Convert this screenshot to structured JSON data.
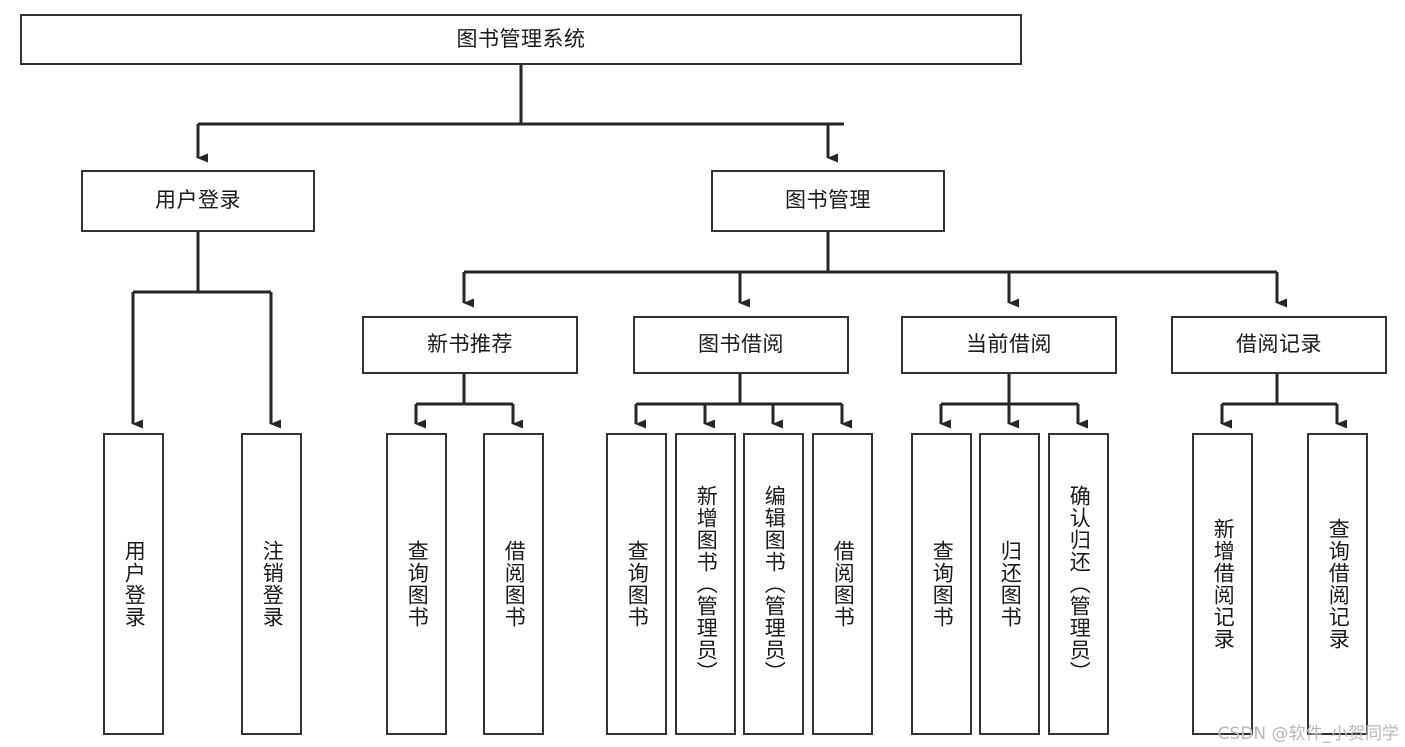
{
  "diagram": {
    "title": "图书管理系统",
    "type": "tree",
    "watermark": "CSDN @软件_小贺同学",
    "colors": {
      "box_border": "#333333",
      "box_fill": "#ffffff",
      "connector": "#262626",
      "text": "#1a1a1a",
      "watermark": "#b8b8b8",
      "background": "#ffffff"
    },
    "nodes": {
      "root": {
        "label": "图书管理系统",
        "orientation": "horizontal",
        "level": 0
      },
      "user_login": {
        "label": "用户登录",
        "orientation": "horizontal",
        "level": 1
      },
      "book_manage": {
        "label": "图书管理",
        "orientation": "horizontal",
        "level": 1
      },
      "new_book_rec": {
        "label": "新书推荐",
        "orientation": "horizontal",
        "level": 2
      },
      "book_borrow": {
        "label": "图书借阅",
        "orientation": "horizontal",
        "level": 2
      },
      "current_borrow": {
        "label": "当前借阅",
        "orientation": "horizontal",
        "level": 2
      },
      "borrow_record": {
        "label": "借阅记录",
        "orientation": "horizontal",
        "level": 2
      },
      "leaf_user_login": {
        "label": "用户登录",
        "orientation": "vertical",
        "level": 3
      },
      "leaf_logout": {
        "label": "注销登录",
        "orientation": "vertical",
        "level": 3
      },
      "leaf_query_book_1": {
        "label": "查询图书",
        "orientation": "vertical",
        "level": 3
      },
      "leaf_borrow_book_1": {
        "label": "借阅图书",
        "orientation": "vertical",
        "level": 3
      },
      "leaf_query_book_2": {
        "label": "查询图书",
        "orientation": "vertical",
        "level": 3
      },
      "leaf_add_book": {
        "label": "新增图书（管理员）",
        "orientation": "vertical",
        "level": 3
      },
      "leaf_edit_book": {
        "label": "编辑图书（管理员）",
        "orientation": "vertical",
        "level": 3
      },
      "leaf_borrow_book_2": {
        "label": "借阅图书",
        "orientation": "vertical",
        "level": 3
      },
      "leaf_query_book_3": {
        "label": "查询图书",
        "orientation": "vertical",
        "level": 3
      },
      "leaf_return_book": {
        "label": "归还图书",
        "orientation": "vertical",
        "level": 3
      },
      "leaf_confirm_return": {
        "label": "确认归还（管理员）",
        "orientation": "vertical",
        "level": 3
      },
      "leaf_add_record": {
        "label": "新增借阅记录",
        "orientation": "vertical",
        "level": 3
      },
      "leaf_query_record": {
        "label": "查询借阅记录",
        "orientation": "vertical",
        "level": 3
      }
    },
    "edges": [
      {
        "from": "root",
        "to": "user_login"
      },
      {
        "from": "root",
        "to": "book_manage"
      },
      {
        "from": "user_login",
        "to": "leaf_user_login"
      },
      {
        "from": "user_login",
        "to": "leaf_logout"
      },
      {
        "from": "book_manage",
        "to": "new_book_rec"
      },
      {
        "from": "book_manage",
        "to": "book_borrow"
      },
      {
        "from": "book_manage",
        "to": "current_borrow"
      },
      {
        "from": "book_manage",
        "to": "borrow_record"
      },
      {
        "from": "new_book_rec",
        "to": "leaf_query_book_1"
      },
      {
        "from": "new_book_rec",
        "to": "leaf_borrow_book_1"
      },
      {
        "from": "book_borrow",
        "to": "leaf_query_book_2"
      },
      {
        "from": "book_borrow",
        "to": "leaf_add_book"
      },
      {
        "from": "book_borrow",
        "to": "leaf_edit_book"
      },
      {
        "from": "book_borrow",
        "to": "leaf_borrow_book_2"
      },
      {
        "from": "current_borrow",
        "to": "leaf_query_book_3"
      },
      {
        "from": "current_borrow",
        "to": "leaf_return_book"
      },
      {
        "from": "current_borrow",
        "to": "leaf_confirm_return"
      },
      {
        "from": "borrow_record",
        "to": "leaf_add_record"
      },
      {
        "from": "borrow_record",
        "to": "leaf_query_record"
      }
    ]
  }
}
